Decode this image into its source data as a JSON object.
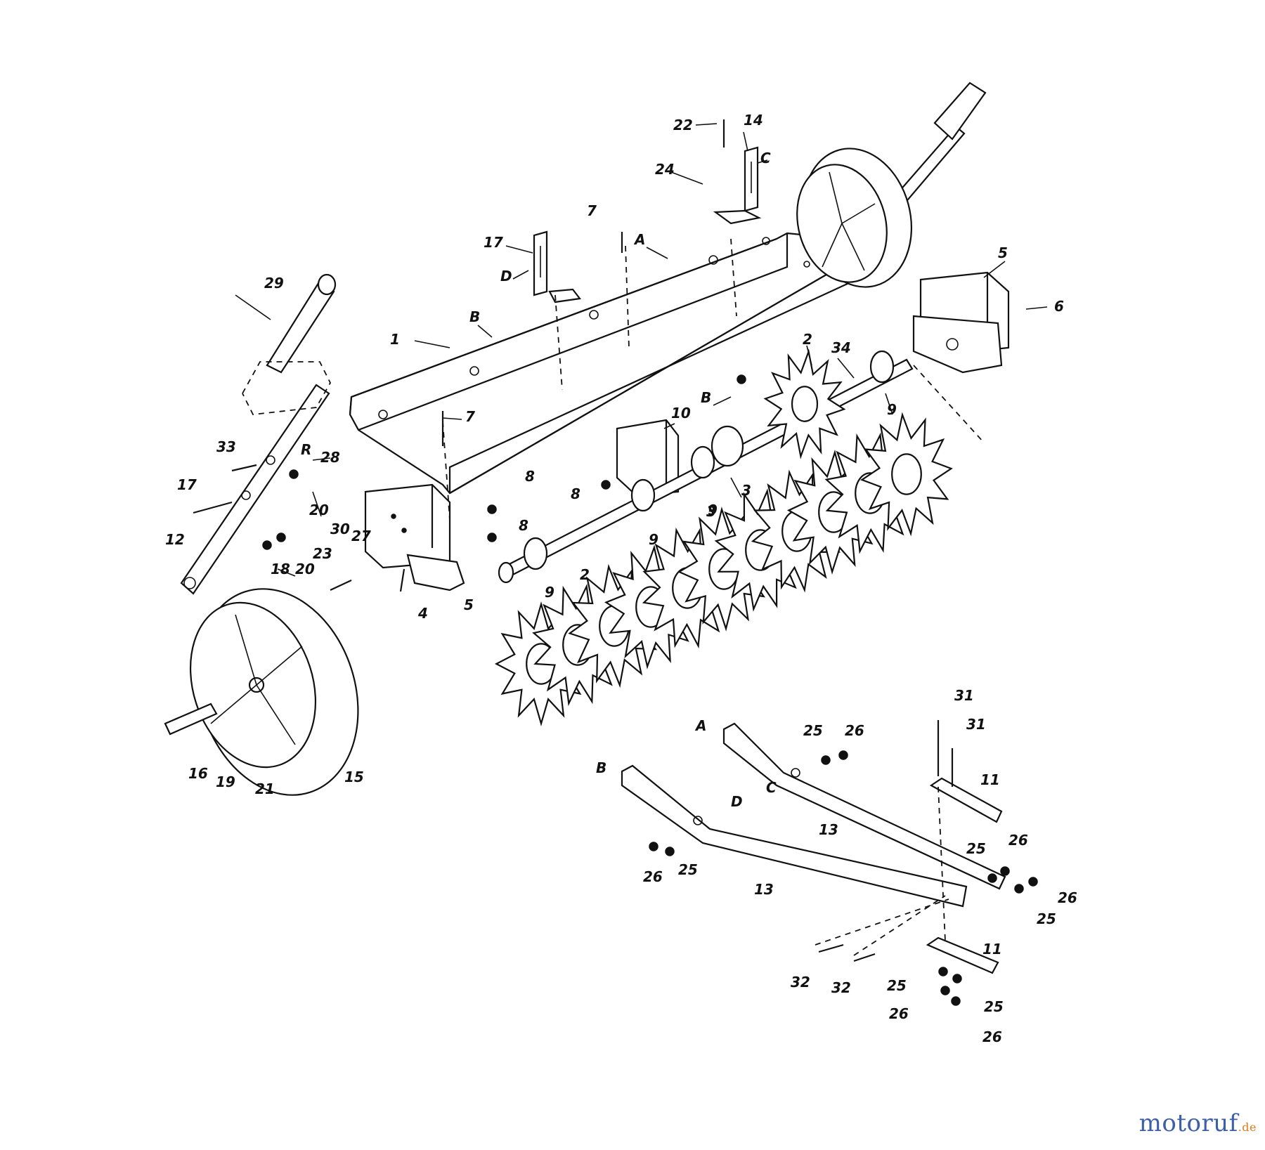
{
  "watermark": {
    "text": "motoruf",
    "suffix": ".de"
  },
  "callouts": {
    "c1": "1",
    "c2": "2",
    "c2b": "2",
    "c3": "3",
    "c3b": "3",
    "c4": "4",
    "c5": "5",
    "c5b": "5",
    "c6": "6",
    "c7": "7",
    "c7b": "7",
    "c8": "8",
    "c8b": "8",
    "c8c": "8",
    "c9": "9",
    "c9b": "9",
    "c9c": "9",
    "c9d": "9",
    "c10": "10",
    "c11": "11",
    "c11b": "11",
    "c12": "12",
    "c13": "13",
    "c13b": "13",
    "c14": "14",
    "c15": "15",
    "c16": "16",
    "c17": "17",
    "c17b": "17",
    "c18": "18",
    "c19": "19",
    "c20": "20",
    "c20b": "20",
    "c21": "21",
    "c22": "22",
    "c23": "23",
    "c24": "24",
    "c25a": "25",
    "c25b": "25",
    "c25c": "25",
    "c25d": "25",
    "c25e": "25",
    "c25f": "25",
    "c26a": "26",
    "c26b": "26",
    "c26c": "26",
    "c26d": "26",
    "c26e": "26",
    "c26f": "26",
    "c27": "27",
    "c28": "28",
    "c29": "29",
    "c30": "30",
    "c31a": "31",
    "c31b": "31",
    "c32a": "32",
    "c32b": "32",
    "c33": "33",
    "c34": "34",
    "lA": "A",
    "lA2": "A",
    "lB": "B",
    "lB2": "B",
    "lB3": "B",
    "lC": "C",
    "lC2": "C",
    "lD": "D",
    "lD2": "D",
    "lR": "R"
  }
}
